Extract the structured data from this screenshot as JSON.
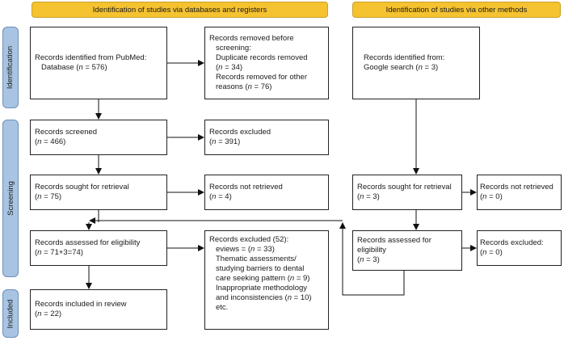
{
  "headers": {
    "left": "Identification of studies via databases and registers",
    "right": "Identification of studies via other methods"
  },
  "stages": {
    "identification": "Identification",
    "screening": "Screening",
    "included": "Included"
  },
  "boxes": {
    "identified_db": {
      "l1": "Records identified from PubMed:",
      "l2": "Database (",
      "n": "n",
      "l2b": " = 576)"
    },
    "removed": {
      "l1": "Records removed before",
      "l2": "screening:",
      "l3": "Duplicate records removed",
      "l4a": "(",
      "l4n": "n",
      "l4b": " = 34)",
      "l5": "Records removed for other",
      "l6a": "reasons (",
      "l6n": "n",
      "l6b": " = 76)"
    },
    "identified_other": {
      "l1": "Records identified from:",
      "l2a": "Google search (",
      "l2n": "n",
      "l2b": " = 3)"
    },
    "screened": {
      "l1": "Records screened",
      "l2a": "(",
      "l2n": "n",
      "l2b": " = 466)"
    },
    "excluded": {
      "l1": "Records excluded",
      "l2a": "(",
      "l2n": "n",
      "l2b": " = 391)"
    },
    "retrieval_db": {
      "l1": "Records sought for retrieval",
      "l2a": "(",
      "l2n": "n",
      "l2b": " = 75)"
    },
    "not_retrieved_db": {
      "l1": "Records not retrieved",
      "l2a": "(",
      "l2n": "n",
      "l2b": " = 4)"
    },
    "retrieval_other": {
      "l1": "Records sought for retrieval",
      "l2a": "(",
      "l2n": "n",
      "l2b": " = 3)"
    },
    "not_retrieved_other": {
      "l1": "Records not retrieved",
      "l2a": "(",
      "l2n": "n",
      "l2b": " = 0)"
    },
    "eligibility_db": {
      "l1": "Records assessed for eligibility",
      "l2a": "(",
      "l2n": "n",
      "l2b": " = 71+3=74)"
    },
    "excluded_52": {
      "l1": "Records excluded (52):",
      "l2a": "eviews = (",
      "l2n": "n",
      "l2b": " = 33)",
      "l3": "Thematic assessments/",
      "l4": "studying barriers to dental",
      "l5a": "care seeking pattern (",
      "l5n": "n",
      "l5b": " = 9)",
      "l6": "Inappropriate methodology",
      "l7a": "and inconsistencies (",
      "l7n": "n",
      "l7b": " = 10)",
      "l8": "etc."
    },
    "eligibility_other": {
      "l1": "Records assessed for",
      "l2": "eligibility",
      "l3a": "(",
      "l3n": "n",
      "l3b": " = 3)"
    },
    "excluded_other": {
      "l1": "Records excluded:",
      "l2a": "(",
      "l2n": "n",
      "l2b": " = 0)"
    },
    "included": {
      "l1": "Records included in review",
      "l2a": "(",
      "l2n": "n",
      "l2b": " = 22)"
    }
  }
}
